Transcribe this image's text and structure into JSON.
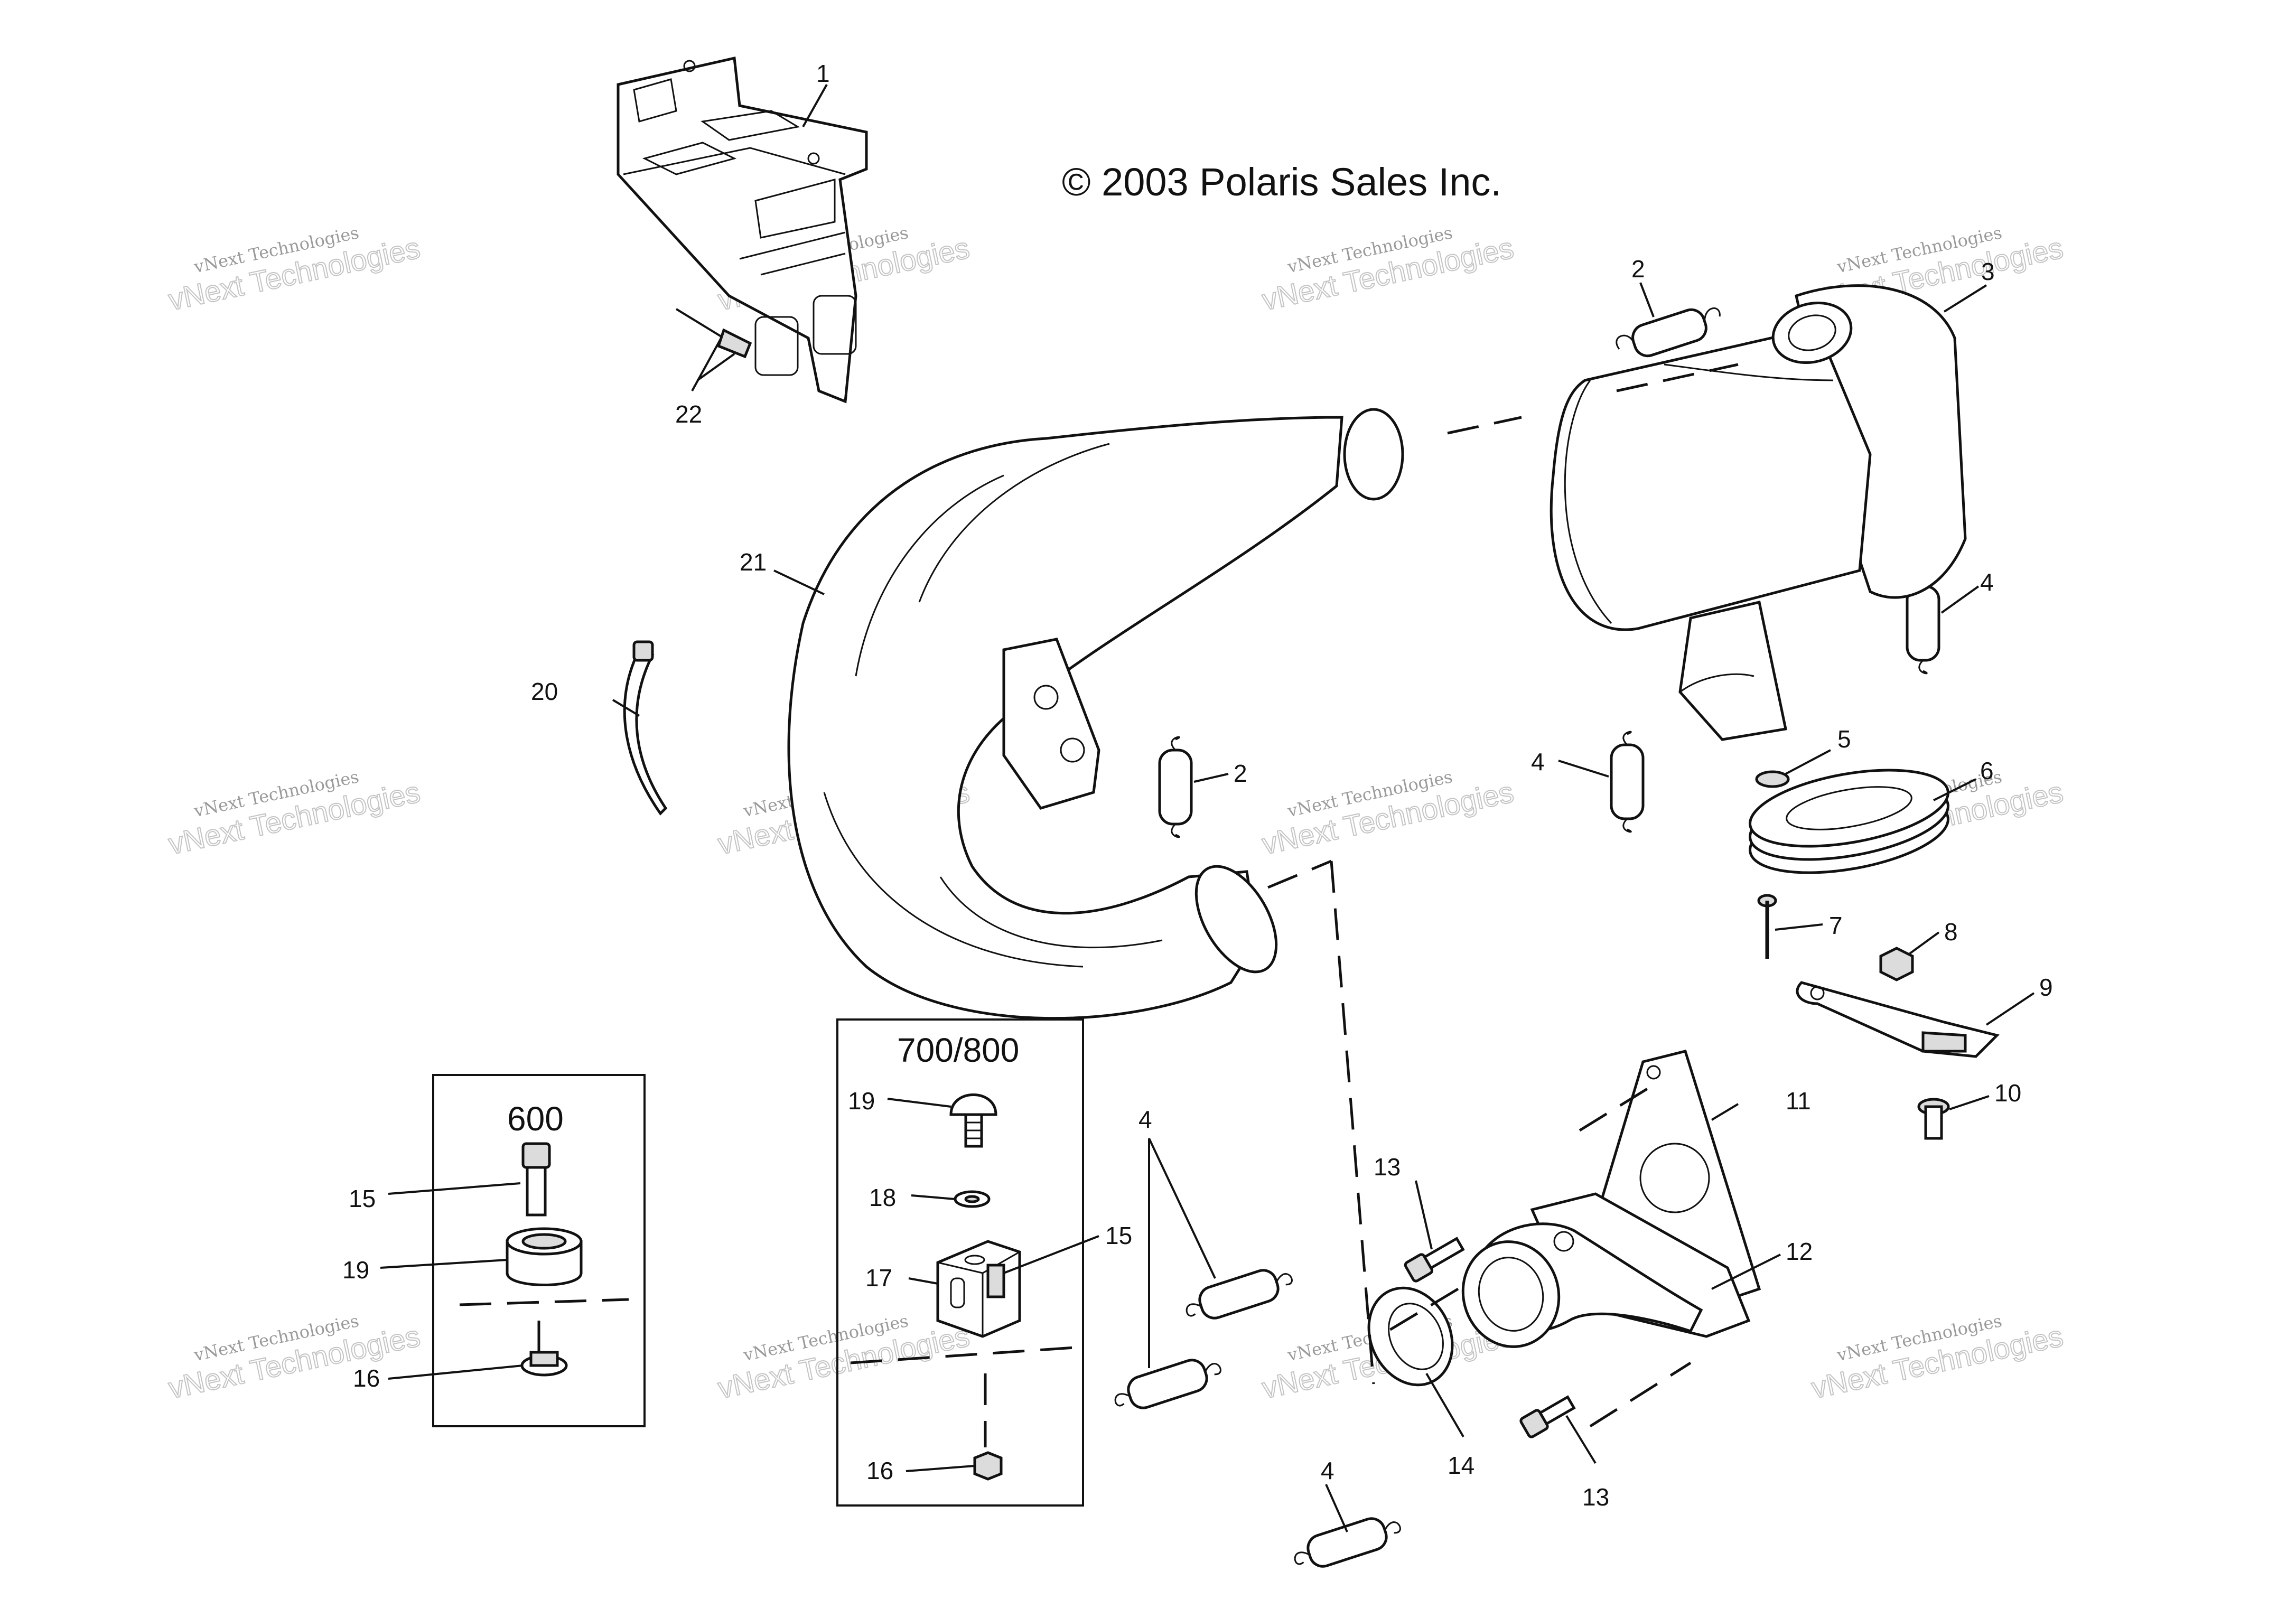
{
  "copyright": "© 2003 Polaris Sales Inc.",
  "watermark": {
    "line1": "vNext Technologies",
    "line2": "vNext Technologies"
  },
  "boxes": {
    "box_600_title": "600",
    "box_700_title": "700/800"
  },
  "callouts": [
    {
      "id": "c1",
      "text": "1"
    },
    {
      "id": "c22",
      "text": "22"
    },
    {
      "id": "c2a",
      "text": "2"
    },
    {
      "id": "c3",
      "text": "3"
    },
    {
      "id": "c21",
      "text": "21"
    },
    {
      "id": "c4a",
      "text": "4"
    },
    {
      "id": "c20",
      "text": "20"
    },
    {
      "id": "c2b",
      "text": "2"
    },
    {
      "id": "c4b",
      "text": "4"
    },
    {
      "id": "c5",
      "text": "5"
    },
    {
      "id": "c6",
      "text": "6"
    },
    {
      "id": "c7",
      "text": "7"
    },
    {
      "id": "c8",
      "text": "8"
    },
    {
      "id": "c9",
      "text": "9"
    },
    {
      "id": "c10",
      "text": "10"
    },
    {
      "id": "c11",
      "text": "11"
    },
    {
      "id": "c12",
      "text": "12"
    },
    {
      "id": "c13a",
      "text": "13"
    },
    {
      "id": "c13b",
      "text": "13"
    },
    {
      "id": "c14",
      "text": "14"
    },
    {
      "id": "c4c",
      "text": "4"
    },
    {
      "id": "c4d",
      "text": "4"
    },
    {
      "id": "c15a",
      "text": "15"
    },
    {
      "id": "c19a",
      "text": "19"
    },
    {
      "id": "c16a",
      "text": "16"
    },
    {
      "id": "c19b",
      "text": "19"
    },
    {
      "id": "c18",
      "text": "18"
    },
    {
      "id": "c17",
      "text": "17"
    },
    {
      "id": "c15b",
      "text": "15"
    },
    {
      "id": "c16b",
      "text": "16"
    }
  ]
}
